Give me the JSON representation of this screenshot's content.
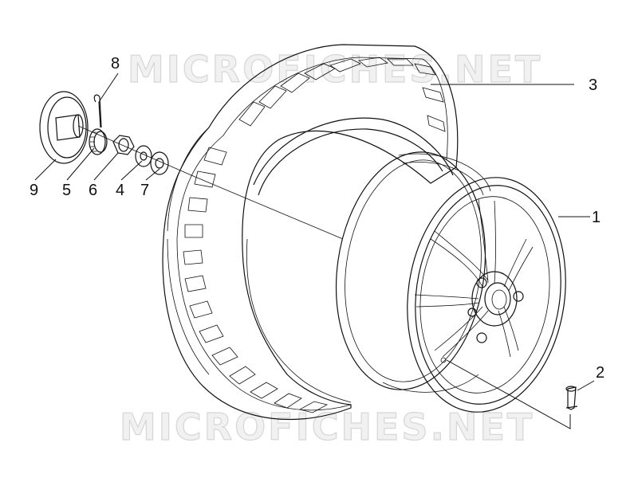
{
  "watermark": {
    "text": "MICROFICHES.NET",
    "color_fill": "#f1f1f1",
    "color_stroke": "#d6d6d6"
  },
  "parts": [
    {
      "number": "1",
      "item": "rim"
    },
    {
      "number": "2",
      "item": "valve"
    },
    {
      "number": "3",
      "item": "tyre"
    },
    {
      "number": "4",
      "item": "washer"
    },
    {
      "number": "5",
      "item": "gear"
    },
    {
      "number": "6",
      "item": "nut"
    },
    {
      "number": "7",
      "item": "washer"
    },
    {
      "number": "8",
      "item": "cotter-pin"
    },
    {
      "number": "9",
      "item": "hub-cap"
    }
  ],
  "colors": {
    "line": "#111111",
    "background": "#ffffff"
  }
}
